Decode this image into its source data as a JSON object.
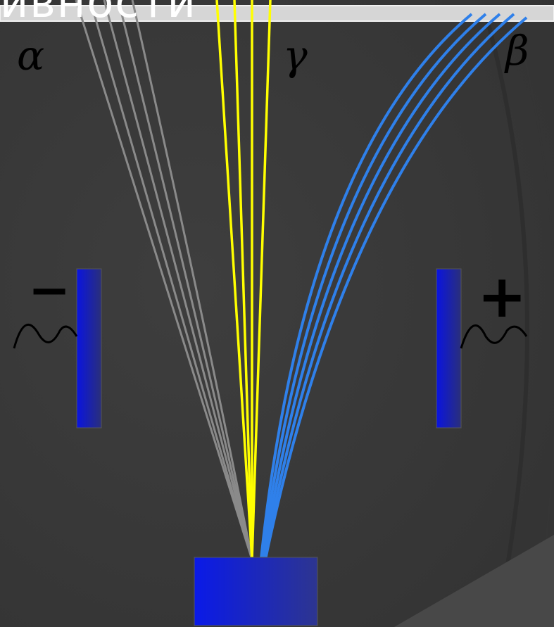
{
  "title_fragment": "ивности",
  "labels": {
    "alpha": "α",
    "gamma": "γ",
    "beta": "β",
    "minus": "−",
    "plus": "+"
  },
  "colors": {
    "background": "#3a3a3a",
    "alpha_ray": "#808080",
    "gamma_ray": "#ffff00",
    "beta_ray": "#2e7fe6",
    "plate": "#0a14d8",
    "source": "#1024e0"
  }
}
